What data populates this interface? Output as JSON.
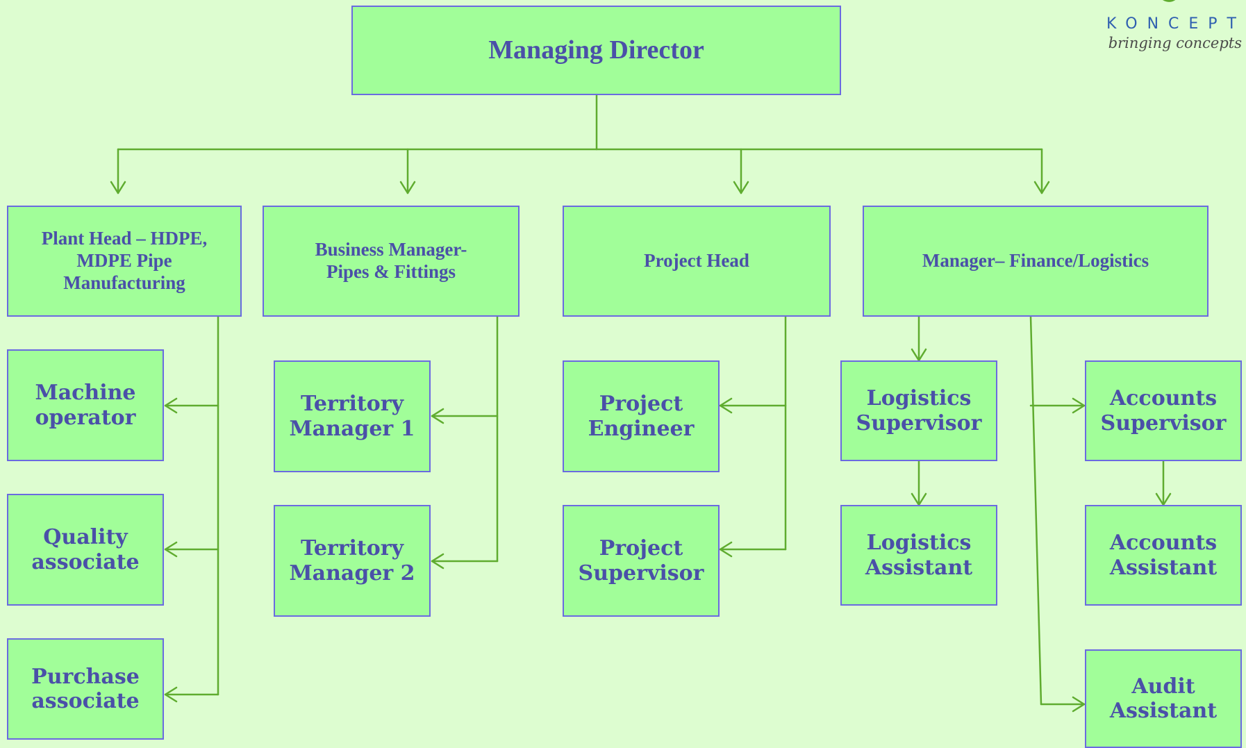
{
  "diagram": {
    "top": {
      "label": "Managing Director"
    },
    "heads": [
      {
        "label": "Plant Head – HDPE, MDPE Pipe Manufacturing"
      },
      {
        "label": "Business Manager- Pipes & Fittings"
      },
      {
        "label": "Project Head"
      },
      {
        "label": "Manager– Finance/Logistics"
      }
    ],
    "staff": {
      "machine_operator": "Machine operator",
      "quality_associate": "Quality associate",
      "purchase_associate": "Purchase associate",
      "territory_manager_1": "Territory Manager 1",
      "territory_manager_2": "Territory Manager 2",
      "project_engineer": "Project Engineer",
      "project_supervisor": "Project Supervisor",
      "logistics_supervisor": "Logistics Supervisor",
      "logistics_assistant": "Logistics Assistant",
      "accounts_supervisor": "Accounts Supervisor",
      "accounts_assistant": "Accounts Assistant",
      "audit_assistant": "Audit Assistant"
    }
  },
  "logo": {
    "name": "KONCEPT",
    "tagline": "bringing concepts"
  },
  "colors": {
    "background": "#ddfdd0",
    "box_fill": "#a1fe99",
    "box_border": "#6a6ae0",
    "text": "#4a50a8",
    "connector": "#5fac2f",
    "logo_blue": "#2f5fb0"
  }
}
